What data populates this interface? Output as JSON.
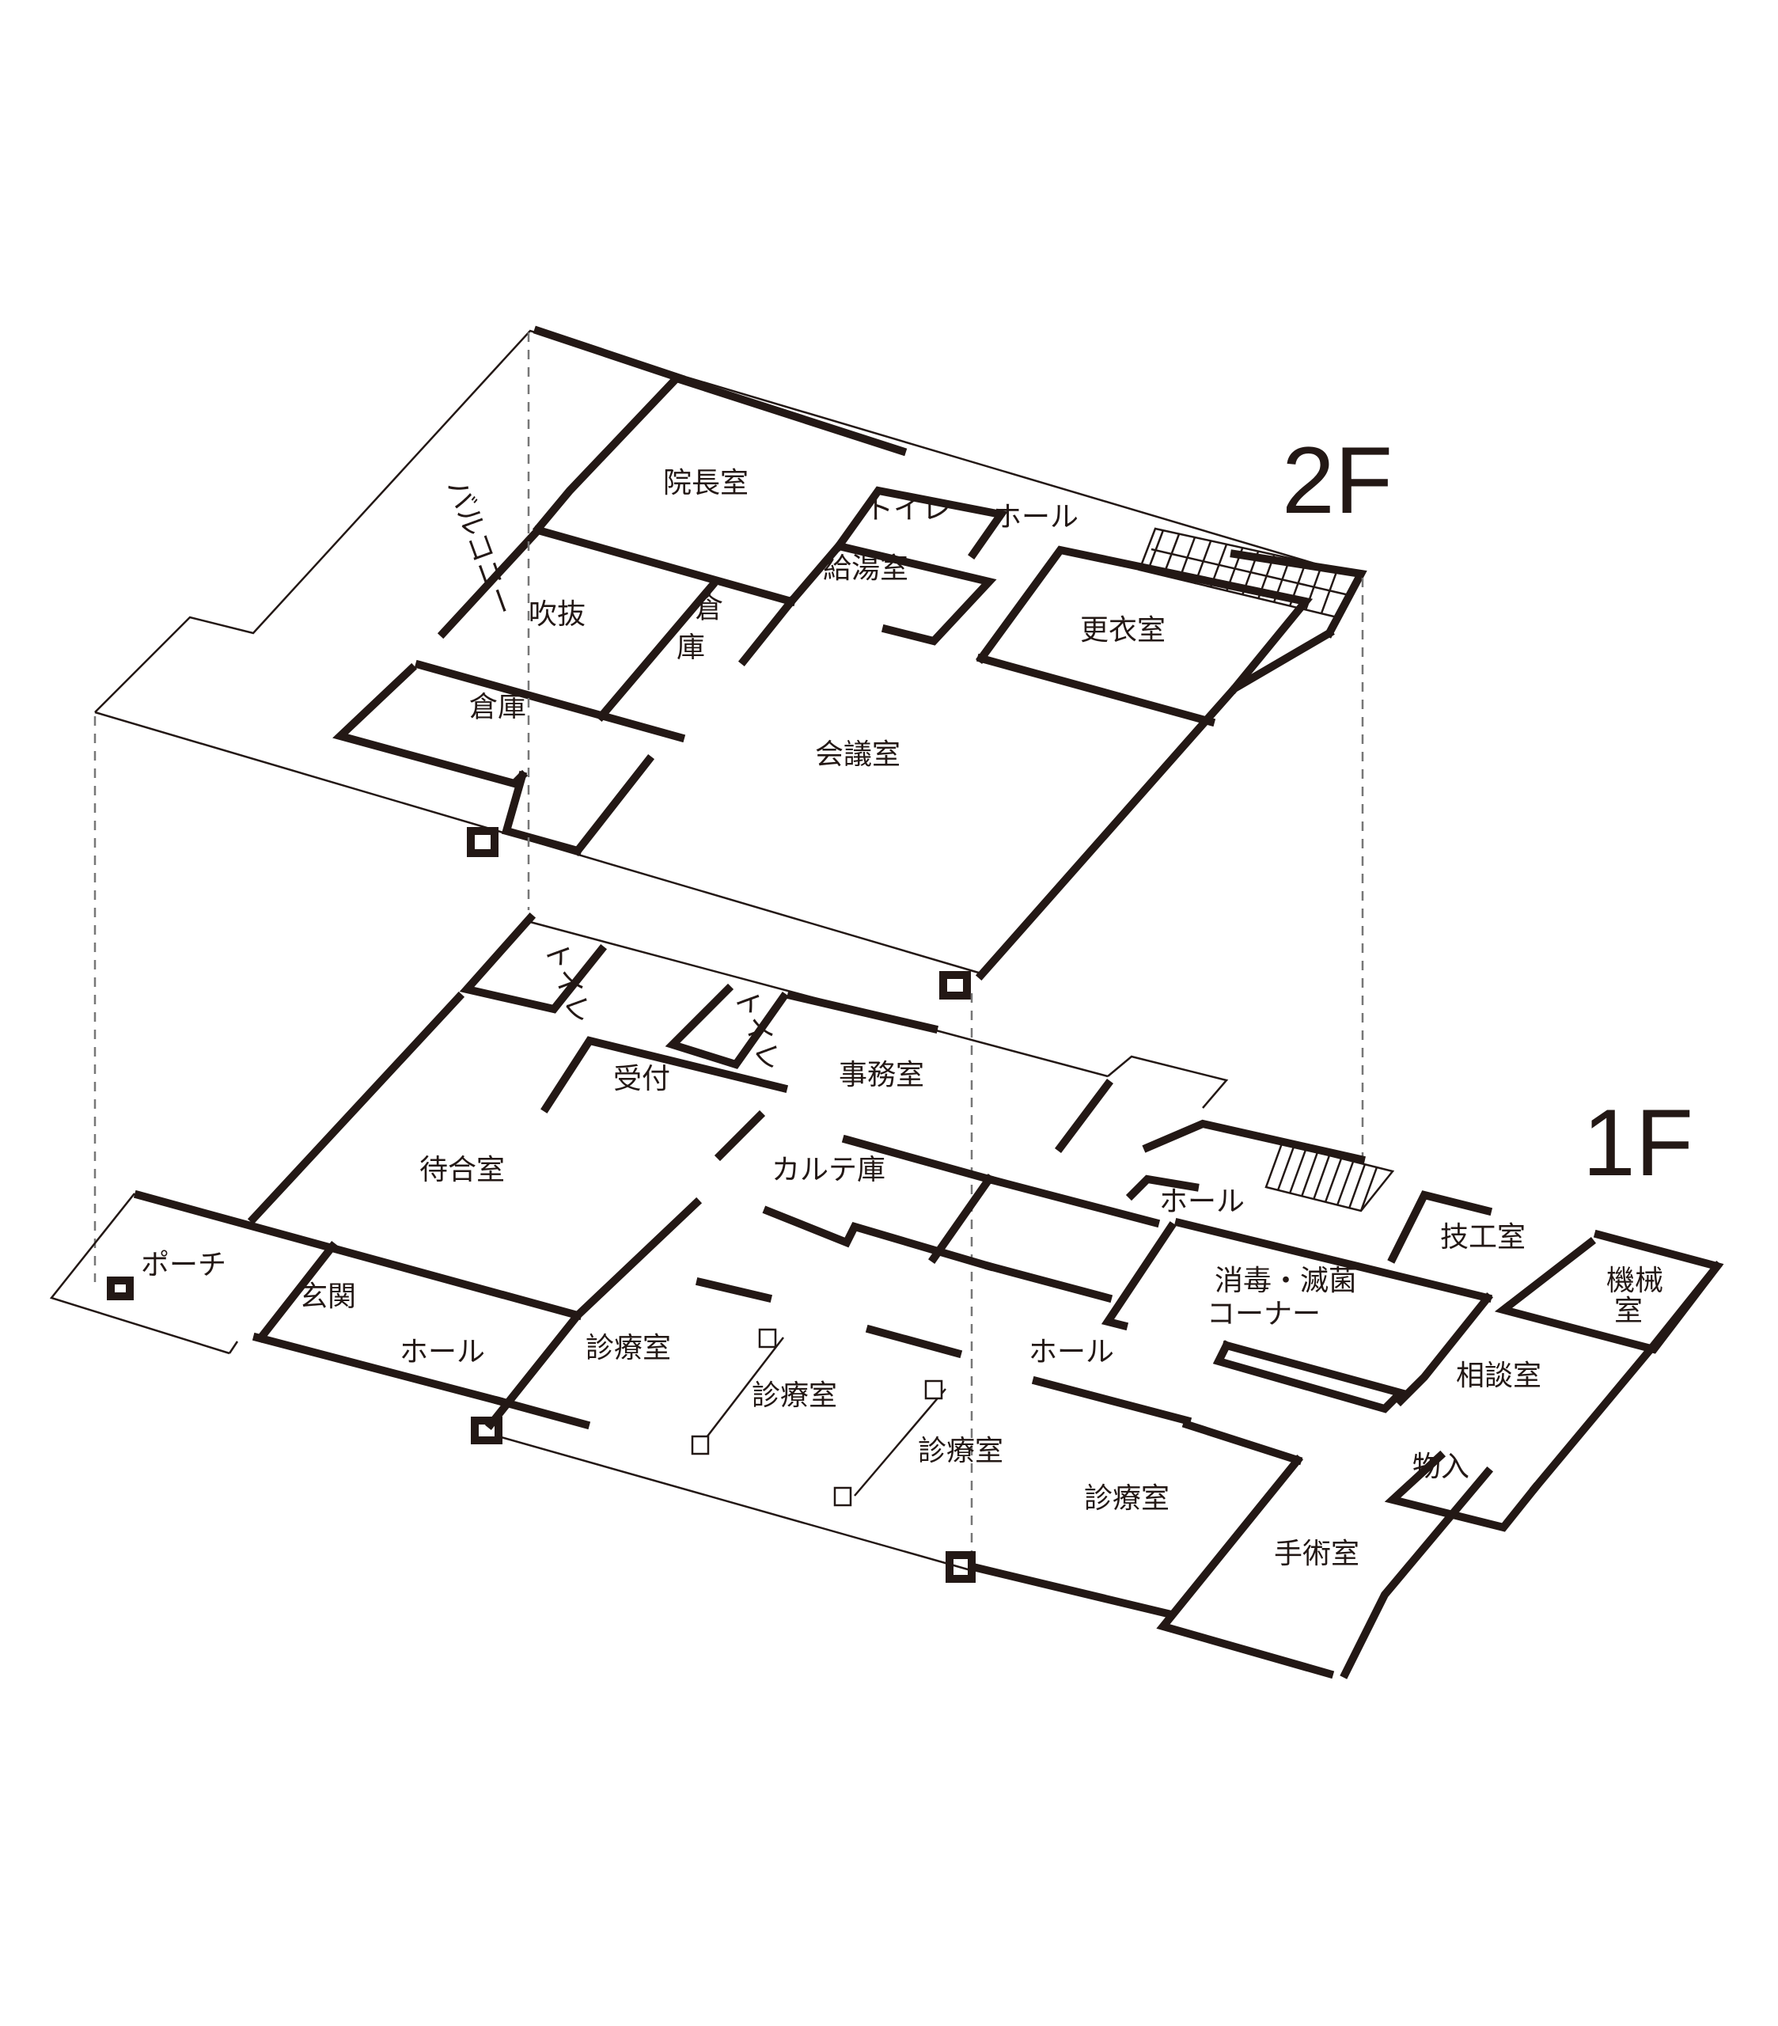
{
  "floors": {
    "upper": "2F",
    "lower": "1F"
  },
  "rooms_2f": {
    "director": "院長室",
    "toilet": "トイレ",
    "hall": "ホール",
    "pantry": "給湯室",
    "locker": "更衣室",
    "void": "吹抜",
    "storage_a_top": "倉",
    "storage_a_bottom": "庫",
    "storage_b": "倉庫",
    "meeting": "会議室",
    "balcony": "バルコニー"
  },
  "rooms_1f": {
    "toilet_a": "トイレ",
    "toilet_b": "トイレ",
    "reception": "受付",
    "office": "事務室",
    "waiting": "待合室",
    "records": "カルテ庫",
    "hall_a": "ホール",
    "technical": "技工室",
    "machine_top": "機械",
    "machine_bottom": "室",
    "porch": "ポーチ",
    "entrance": "玄関",
    "hall_b": "ホール",
    "sterilize_line1": "消毒・滅菌",
    "sterilize_line2": "コーナー",
    "exam_1": "診療室",
    "exam_2": "診療室",
    "hall_c": "ホール",
    "consult": "相談室",
    "exam_3": "診療室",
    "store": "物入",
    "exam_4": "診療室",
    "surgery": "手術室"
  }
}
